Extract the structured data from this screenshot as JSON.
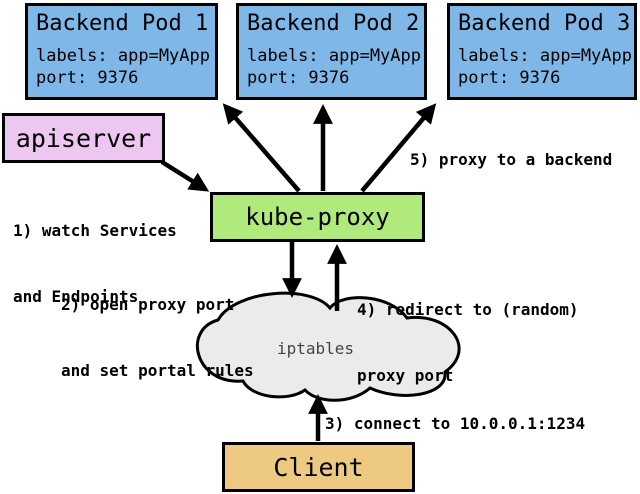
{
  "diagram": {
    "pods": [
      {
        "title": "Backend Pod 1",
        "labels": "labels: app=MyApp",
        "port": "port: 9376"
      },
      {
        "title": "Backend Pod 2",
        "labels": "labels: app=MyApp",
        "port": "port: 9376"
      },
      {
        "title": "Backend Pod 3",
        "labels": "labels: app=MyApp",
        "port": "port: 9376"
      }
    ],
    "apiserver_label": "apiserver",
    "kube_proxy_label": "kube-proxy",
    "iptables_label": "iptables",
    "client_label": "Client",
    "steps": {
      "step1_line1": "1) watch Services",
      "step1_line2": "and Endpoints",
      "step2_line1": "2) open proxy port",
      "step2_line2": "and set portal rules",
      "step3": "3) connect to 10.0.0.1:1234",
      "step4_line1": "4) redirect to (random)",
      "step4_line2": "proxy port",
      "step5": "5) proxy to a backend"
    },
    "colors": {
      "pod_fill": "#7eb7e8",
      "apiserver_fill": "#edc7f2",
      "kube_proxy_fill": "#b0ea7d",
      "cloud_fill": "#ebebeb",
      "client_fill": "#edc981",
      "cloud_text": "#444444",
      "line": "#000000"
    }
  }
}
